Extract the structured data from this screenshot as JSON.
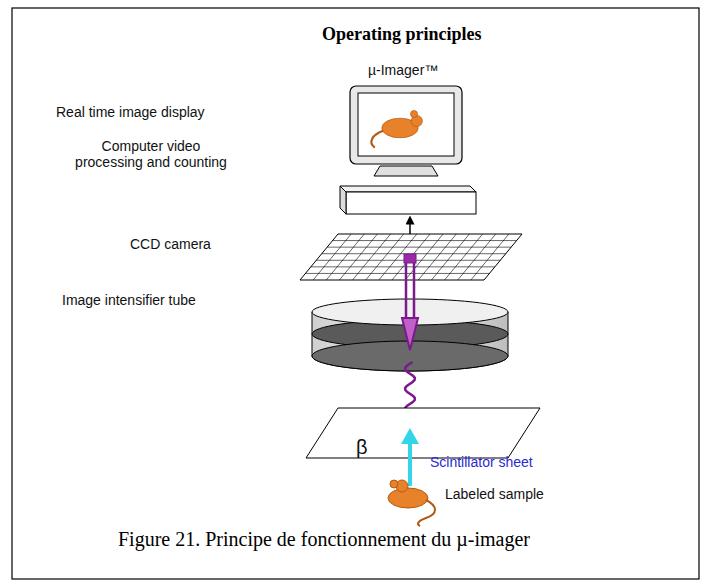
{
  "diagram": {
    "title": "Operating principles",
    "caption": "Figure 21. Principe de fonctionnement du µ-imager",
    "labels": [
      "µ-Imager™",
      "Real time image display",
      "Computer video processing and counting",
      "CCD camera",
      "Image intensifier tube",
      "β",
      "Scintillator sheet",
      "Labeled sample"
    ]
  }
}
